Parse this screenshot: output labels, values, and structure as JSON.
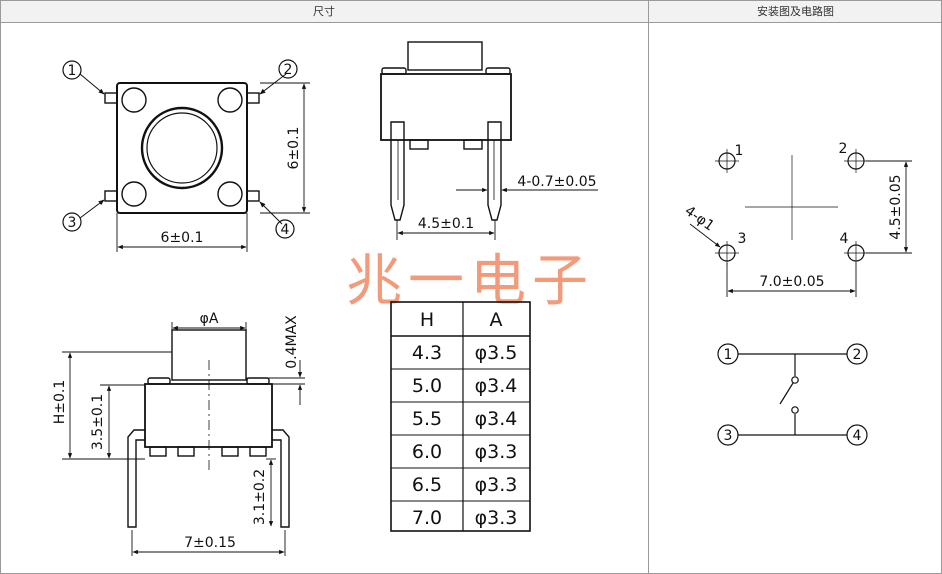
{
  "headers": {
    "dimensions": "尺寸",
    "mounting": "安装图及电路图"
  },
  "top_view": {
    "pin_numbers": [
      "1",
      "2",
      "3",
      "4"
    ],
    "width_label": "6±0.1",
    "height_label": "6±0.1"
  },
  "front_view": {
    "pin_label": "4-0.7±0.05",
    "spacing_label": "4.5±0.1"
  },
  "side_view": {
    "phi_label": "φA",
    "max_label": "0.4MAX",
    "height_label": "H±0.1",
    "body_label": "3.5±0.1",
    "lead_label": "3.1±0.2",
    "width_label": "7±0.15"
  },
  "watermark": "兆一电子",
  "table": {
    "headers": [
      "H",
      "A"
    ],
    "rows": [
      [
        "4.3",
        "φ3.5"
      ],
      [
        "5.0",
        "φ3.4"
      ],
      [
        "5.5",
        "φ3.4"
      ],
      [
        "6.0",
        "φ3.3"
      ],
      [
        "6.5",
        "φ3.3"
      ],
      [
        "7.0",
        "φ3.3"
      ]
    ]
  },
  "mounting": {
    "pin_numbers": [
      "1",
      "2",
      "3",
      "4"
    ],
    "hole_label": "4-φ1",
    "width_label": "7.0±0.05",
    "height_label": "4.5±0.05"
  },
  "circuit": {
    "pin_numbers": [
      "1",
      "2",
      "3",
      "4"
    ]
  }
}
